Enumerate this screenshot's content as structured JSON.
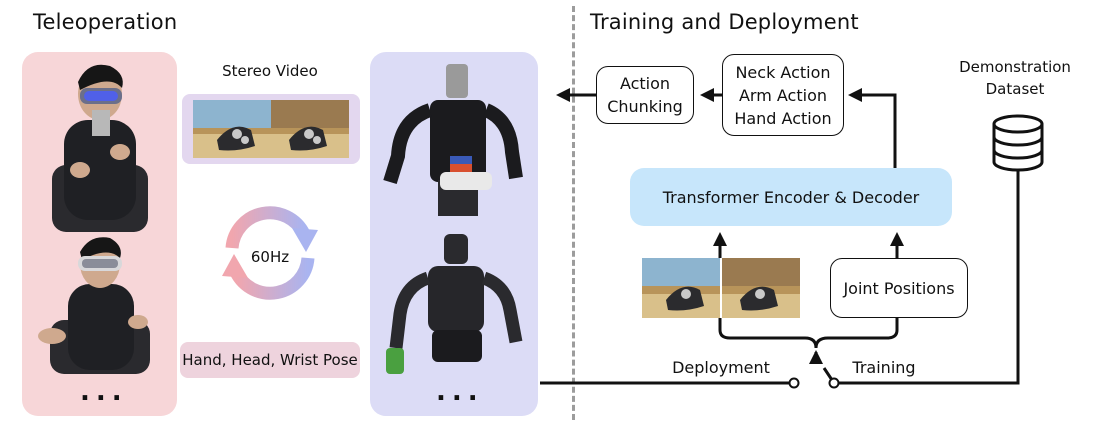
{
  "left": {
    "title": "Teleoperation",
    "stereo_label": "Stereo Video",
    "rate_label": "60Hz",
    "pose_label": "Hand, Head, Wrist Pose",
    "operator_ellipsis": "...",
    "robot_ellipsis": "..."
  },
  "right": {
    "title": "Training and Deployment",
    "action_chunking": [
      "Action",
      "Chunking"
    ],
    "actions": [
      "Neck Action",
      "Arm Action",
      "Hand Action"
    ],
    "dataset_label": [
      "Demonstration",
      "Dataset"
    ],
    "transformer_label": "Transformer Encoder & Decoder",
    "joint_positions": "Joint Positions",
    "deployment_label": "Deployment",
    "training_label": "Training"
  },
  "colors": {
    "teleop_panel": "#f7d6d8",
    "robot_panel": "#dcdcf6",
    "transformer": "#c7e6fb",
    "arrow_pink": "#f1a6ae",
    "arrow_blue": "#a9b4f0"
  }
}
